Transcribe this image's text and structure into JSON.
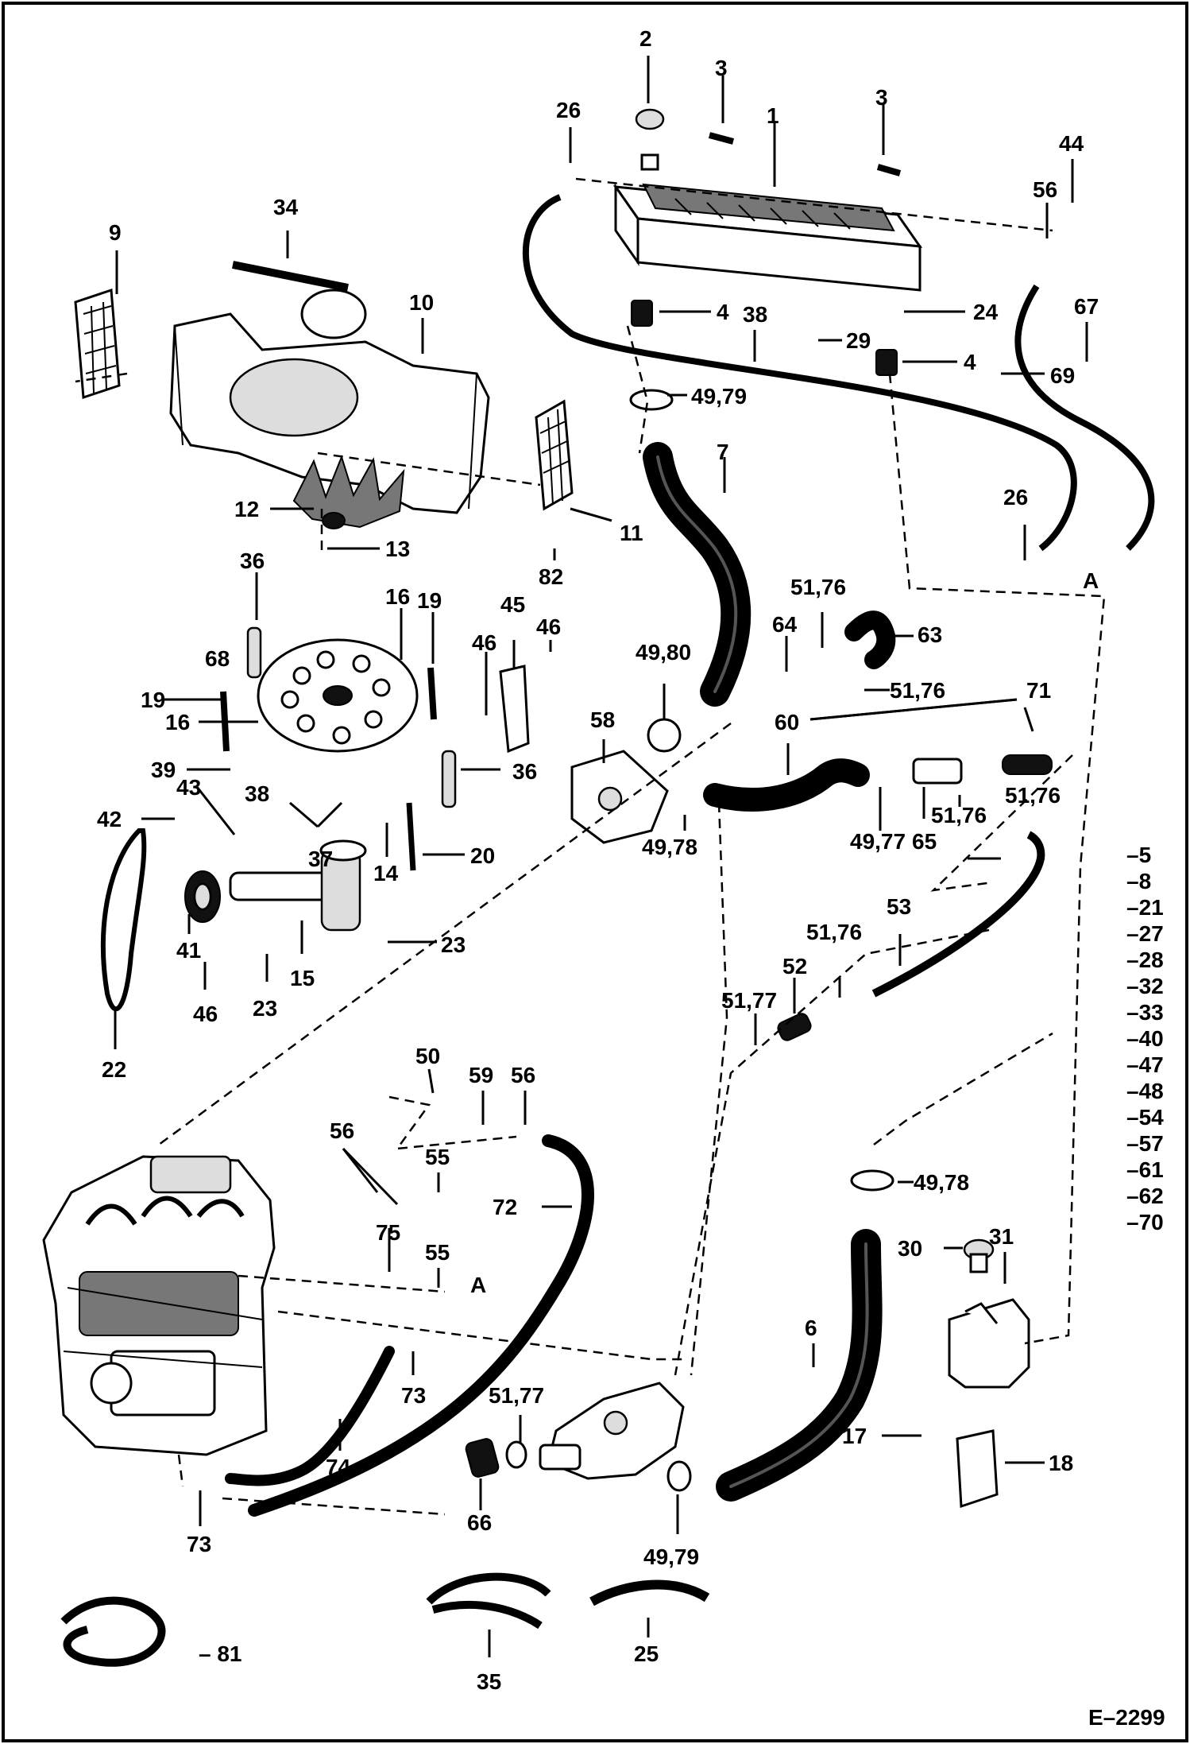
{
  "figure_code": "E–2299",
  "callouts": [
    {
      "id": "c2",
      "text": "2"
    },
    {
      "id": "c3a",
      "text": "3"
    },
    {
      "id": "c3b",
      "text": "3"
    },
    {
      "id": "c26a",
      "text": "26"
    },
    {
      "id": "c1",
      "text": "1"
    },
    {
      "id": "c44",
      "text": "44"
    },
    {
      "id": "c56a",
      "text": "56"
    },
    {
      "id": "c34",
      "text": "34"
    },
    {
      "id": "c9",
      "text": "9"
    },
    {
      "id": "c10",
      "text": "10"
    },
    {
      "id": "c4a",
      "text": "4"
    },
    {
      "id": "c38a",
      "text": "38"
    },
    {
      "id": "c24",
      "text": "24"
    },
    {
      "id": "c67",
      "text": "67"
    },
    {
      "id": "c29",
      "text": "29"
    },
    {
      "id": "c4b",
      "text": "4"
    },
    {
      "id": "c69",
      "text": "69"
    },
    {
      "id": "c4979a",
      "text": "49,79"
    },
    {
      "id": "c7",
      "text": "7"
    },
    {
      "id": "c12",
      "text": "12"
    },
    {
      "id": "c13",
      "text": "13"
    },
    {
      "id": "c11",
      "text": "11"
    },
    {
      "id": "c82",
      "text": "82"
    },
    {
      "id": "c26b",
      "text": "26"
    },
    {
      "id": "cA1",
      "text": "A"
    },
    {
      "id": "c36a",
      "text": "36"
    },
    {
      "id": "c16a",
      "text": "16"
    },
    {
      "id": "c19a",
      "text": "19"
    },
    {
      "id": "c45",
      "text": "45"
    },
    {
      "id": "c46a",
      "text": "46"
    },
    {
      "id": "c46b",
      "text": "46"
    },
    {
      "id": "c5176a",
      "text": "51,76"
    },
    {
      "id": "c68",
      "text": "68"
    },
    {
      "id": "c4980",
      "text": "49,80"
    },
    {
      "id": "c64",
      "text": "64"
    },
    {
      "id": "c63",
      "text": "63"
    },
    {
      "id": "c19b",
      "text": "19"
    },
    {
      "id": "c16b",
      "text": "16"
    },
    {
      "id": "c5176b",
      "text": "51,76"
    },
    {
      "id": "c71",
      "text": "71"
    },
    {
      "id": "c58",
      "text": "58"
    },
    {
      "id": "c60",
      "text": "60"
    },
    {
      "id": "c39",
      "text": "39"
    },
    {
      "id": "c43",
      "text": "43"
    },
    {
      "id": "c38b",
      "text": "38"
    },
    {
      "id": "c36b",
      "text": "36"
    },
    {
      "id": "c42",
      "text": "42"
    },
    {
      "id": "c37",
      "text": "37"
    },
    {
      "id": "c14",
      "text": "14"
    },
    {
      "id": "c20",
      "text": "20"
    },
    {
      "id": "c4978a",
      "text": "49,78"
    },
    {
      "id": "c4977",
      "text": "49,77"
    },
    {
      "id": "c65",
      "text": "65"
    },
    {
      "id": "c5176c",
      "text": "51,76"
    },
    {
      "id": "c5176d",
      "text": "51,76"
    },
    {
      "id": "c41",
      "text": "41"
    },
    {
      "id": "c15",
      "text": "15"
    },
    {
      "id": "c23a",
      "text": "23"
    },
    {
      "id": "c23b",
      "text": "23"
    },
    {
      "id": "c46c",
      "text": "46"
    },
    {
      "id": "c22",
      "text": "22"
    },
    {
      "id": "c53",
      "text": "53"
    },
    {
      "id": "c5176e",
      "text": "51,76"
    },
    {
      "id": "c52",
      "text": "52"
    },
    {
      "id": "c5177a",
      "text": "51,77"
    },
    {
      "id": "c50",
      "text": "50"
    },
    {
      "id": "c59",
      "text": "59"
    },
    {
      "id": "c56b",
      "text": "56"
    },
    {
      "id": "c56c",
      "text": "56"
    },
    {
      "id": "c55a",
      "text": "55"
    },
    {
      "id": "c72",
      "text": "72"
    },
    {
      "id": "c75",
      "text": "75"
    },
    {
      "id": "c55b",
      "text": "55"
    },
    {
      "id": "cA2",
      "text": "A"
    },
    {
      "id": "c4978b",
      "text": "49,78"
    },
    {
      "id": "c30",
      "text": "30"
    },
    {
      "id": "c31",
      "text": "31"
    },
    {
      "id": "c6",
      "text": "6"
    },
    {
      "id": "c73a",
      "text": "73"
    },
    {
      "id": "c74",
      "text": "74"
    },
    {
      "id": "c5177b",
      "text": "51,77"
    },
    {
      "id": "c17",
      "text": "17"
    },
    {
      "id": "c18",
      "text": "18"
    },
    {
      "id": "c66",
      "text": "66"
    },
    {
      "id": "c4979b",
      "text": "49,79"
    },
    {
      "id": "c73b",
      "text": "73"
    },
    {
      "id": "c35",
      "text": "35"
    },
    {
      "id": "c25",
      "text": "25"
    },
    {
      "id": "c81",
      "text": "– 81"
    }
  ],
  "side_list": [
    "–5",
    "–8",
    "–21",
    "–27",
    "–28",
    "–32",
    "–33",
    "–40",
    "–47",
    "–48",
    "–54",
    "–57",
    "–61",
    "–62",
    "–70"
  ]
}
